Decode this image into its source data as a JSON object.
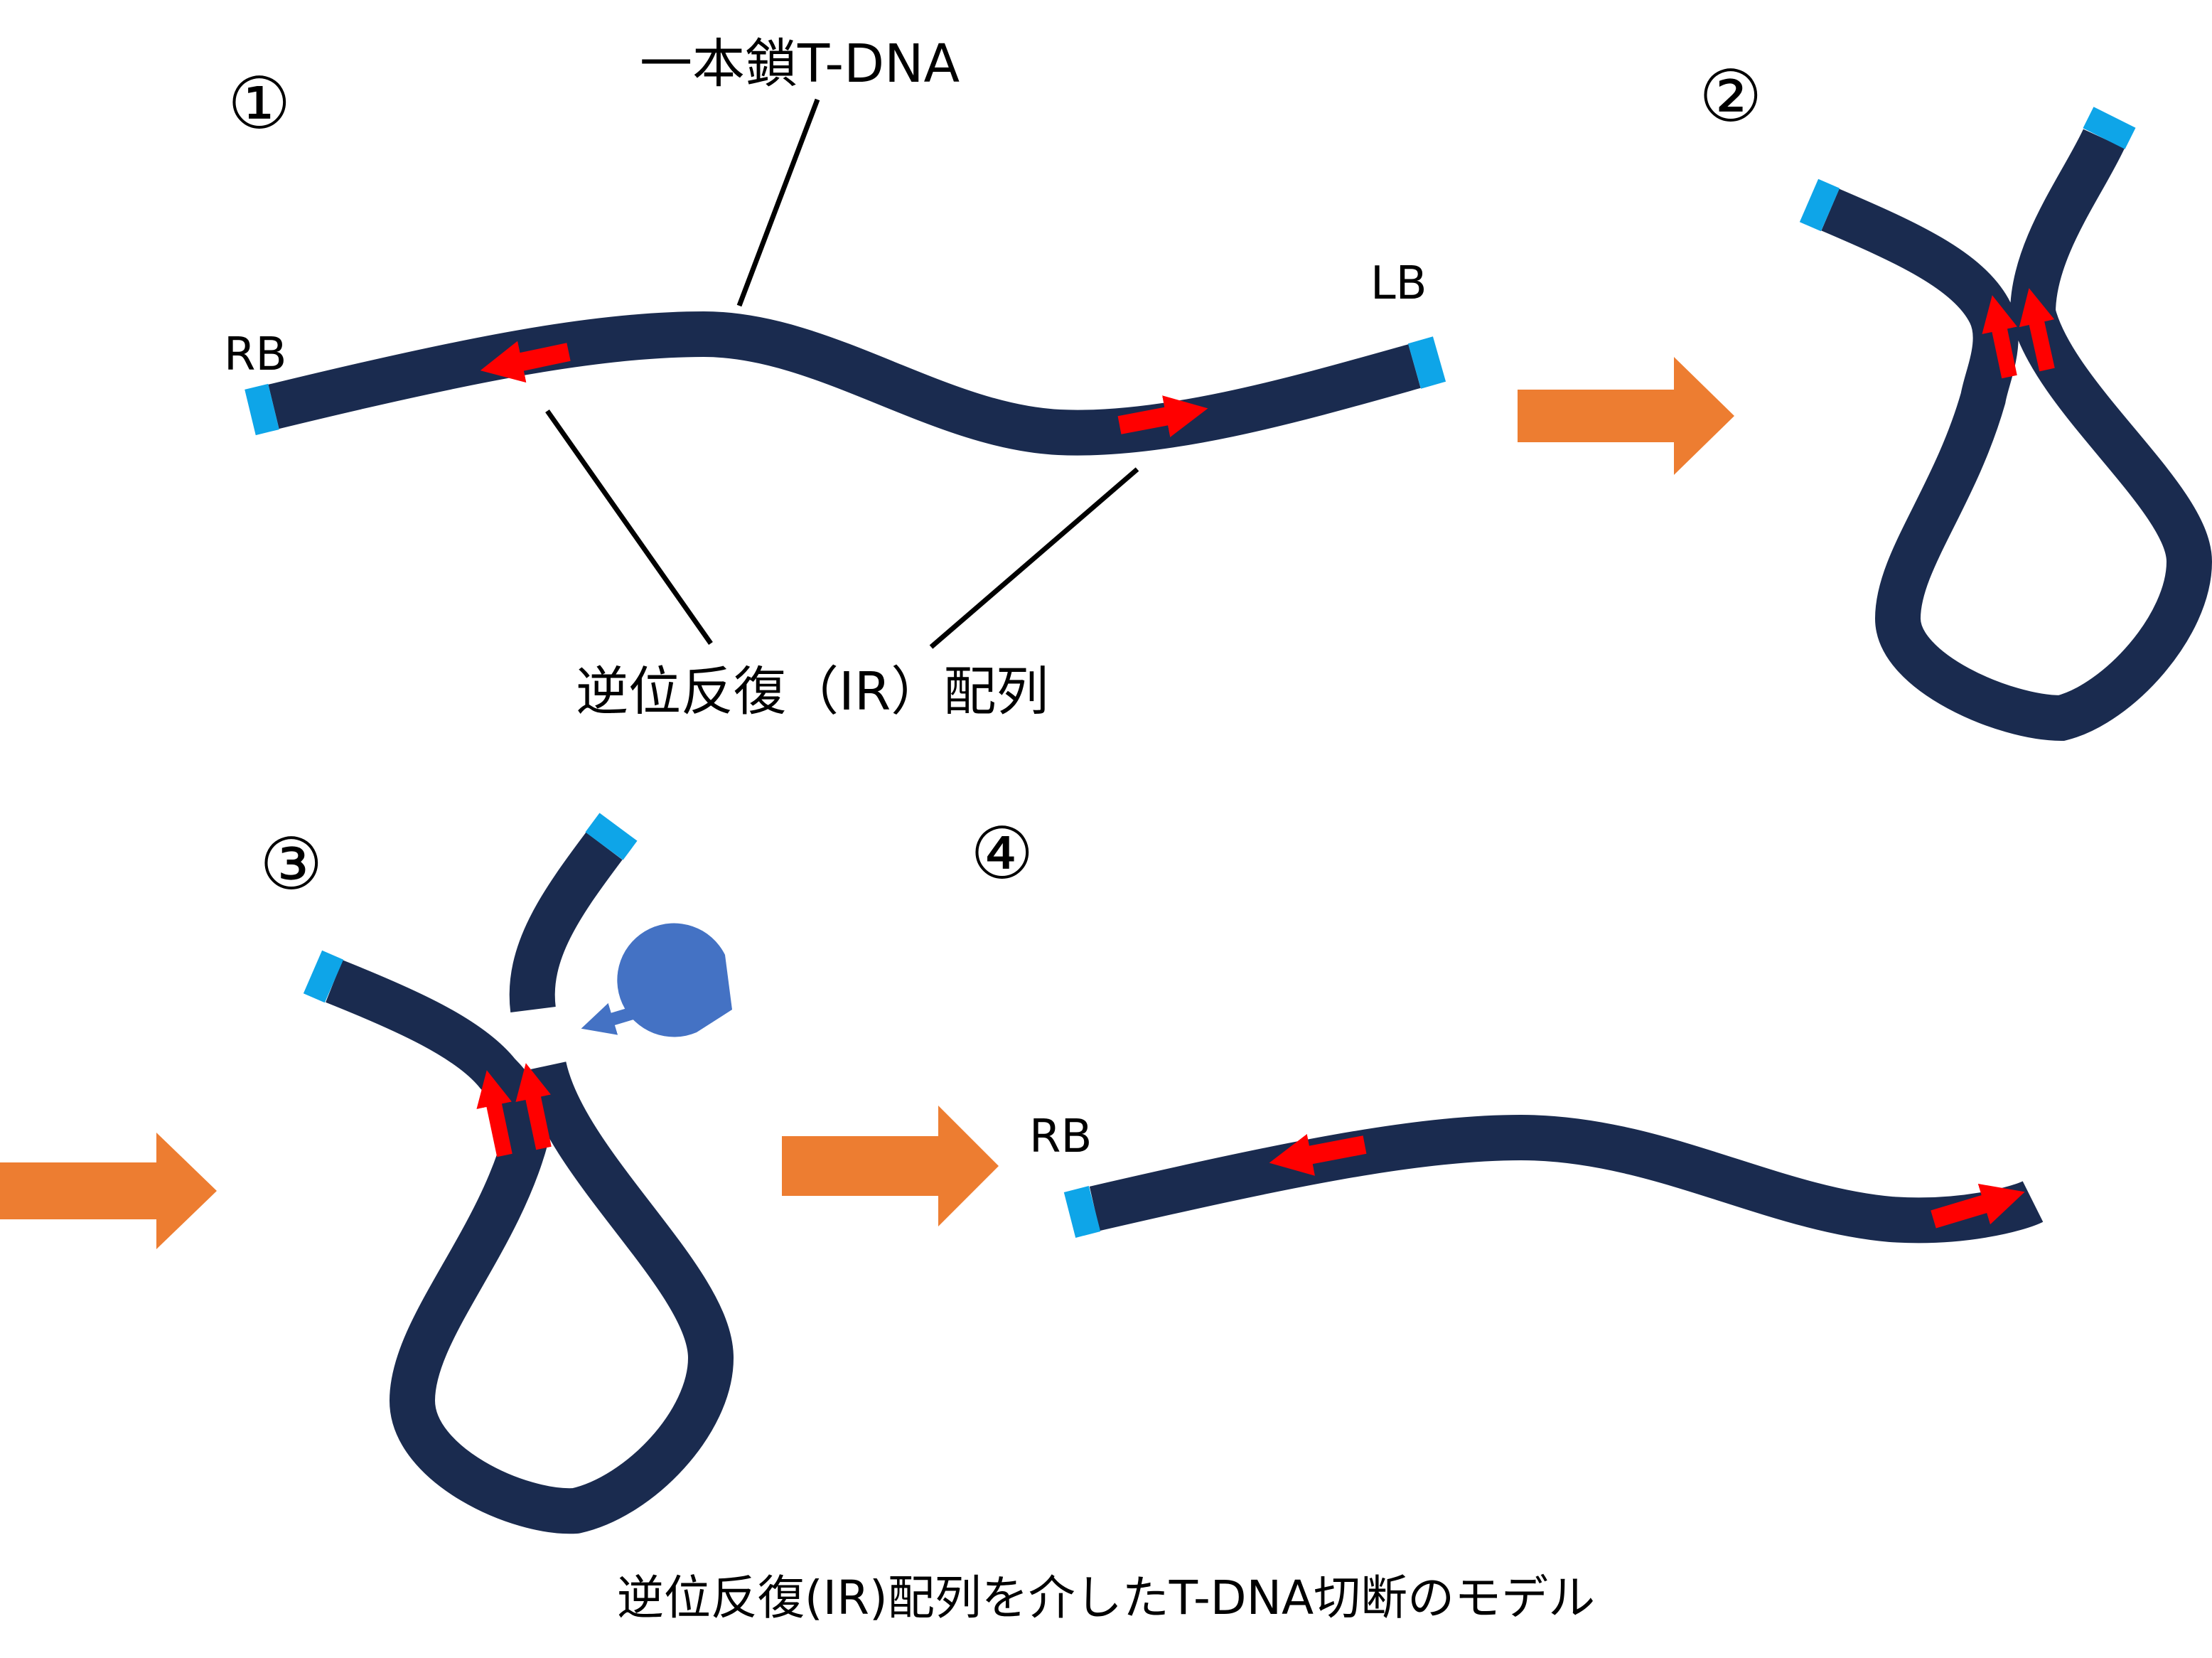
{
  "steps": {
    "step1": "①",
    "step2": "②",
    "step3": "③",
    "step4": "④"
  },
  "labels": {
    "ss_tdna": "一本鎖T-DNA",
    "rb": "RB",
    "lb": "LB",
    "ir": "逆位反復（IR）配列",
    "rb_step4": "RB"
  },
  "caption": "逆位反復(IR)配列を介したT-DNA切断のモデル",
  "colors": {
    "strand": "#1a2b4f",
    "border_end": "#0ea5e8",
    "ir_arrow": "#ff0000",
    "step_arrow": "#ed7d31",
    "enzyme": "#4472c4"
  }
}
